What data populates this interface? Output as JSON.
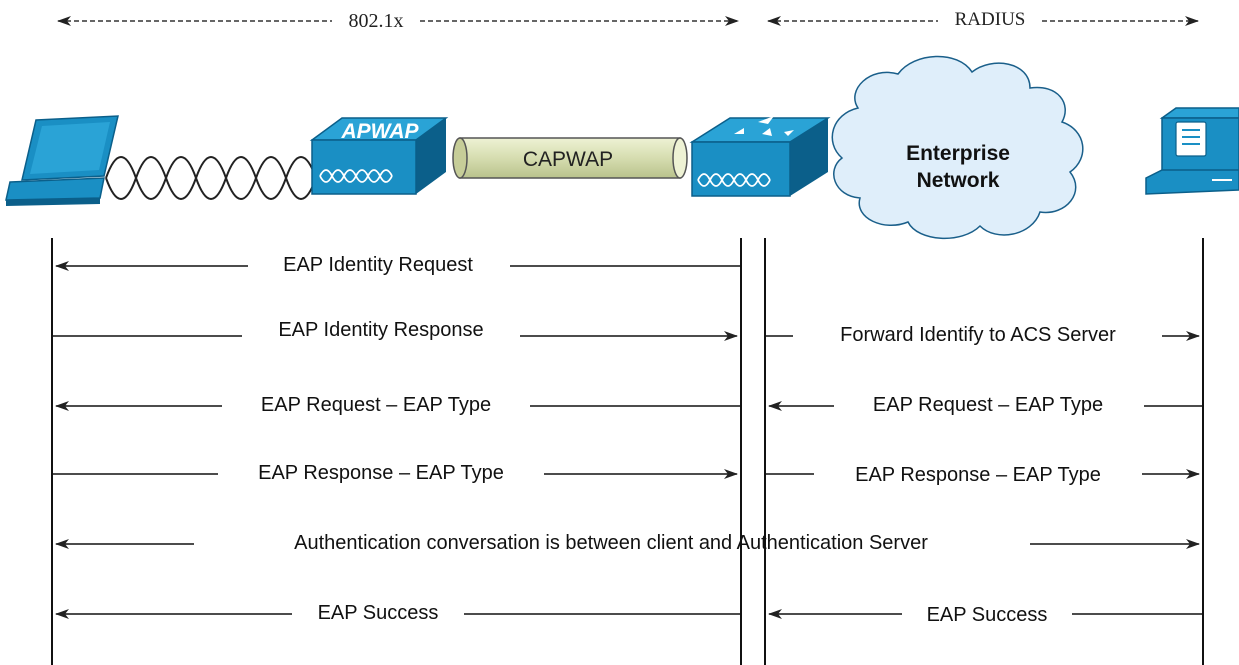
{
  "ranges": {
    "left_label": "802.1x",
    "right_label": "RADIUS"
  },
  "devices": {
    "client": {
      "icon": "laptop-icon"
    },
    "access_point": {
      "label": "APWAP",
      "icon": "access-point-icon"
    },
    "tunnel": {
      "label": "CAPWAP",
      "icon": "tunnel-icon"
    },
    "controller": {
      "icon": "wireless-controller-icon"
    },
    "network": {
      "label_line1": "Enterprise",
      "label_line2": "Network",
      "icon": "cloud-icon"
    },
    "server": {
      "icon": "server-icon"
    }
  },
  "messages": [
    {
      "left": "EAP Identity Request",
      "right": ""
    },
    {
      "left": "EAP Identity Response",
      "right": "Forward Identify to ACS Server"
    },
    {
      "left": "EAP Request – EAP Type",
      "right": "EAP Request – EAP Type"
    },
    {
      "left": "EAP Response – EAP Type",
      "right": "EAP Response – EAP Type"
    },
    {
      "full": "Authentication conversation is between client and Authentication Server"
    },
    {
      "left": "EAP Success",
      "right": "EAP Success"
    }
  ],
  "colors": {
    "device_blue": "#1a8fc4",
    "device_dark": "#0b5f8a",
    "tunnel_fill": "#d6ddb0",
    "cloud_fill": "#dfeefa",
    "line": "#222222"
  }
}
